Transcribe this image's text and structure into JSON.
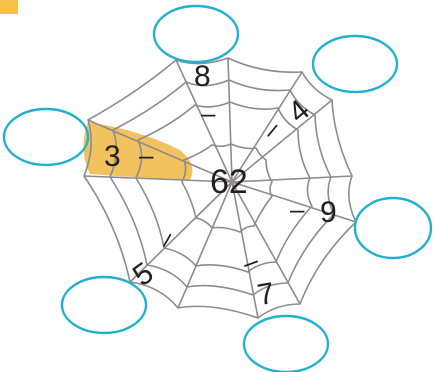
{
  "center_number": "62",
  "accent_color": "#f2c25f",
  "answer_circle_color": "#1fb1cf",
  "web_color": "#8c8c8c",
  "spokes": [
    {
      "id": "top",
      "number": "8",
      "operator": "–"
    },
    {
      "id": "upper-right",
      "number": "4",
      "operator": "–"
    },
    {
      "id": "left",
      "number": "3",
      "operator": "–",
      "highlighted": true
    },
    {
      "id": "right",
      "number": "9",
      "operator": "–"
    },
    {
      "id": "lower-left",
      "number": "5",
      "operator": "–"
    },
    {
      "id": "bottom",
      "number": "7",
      "operator": "–"
    }
  ],
  "answer_circles": [
    {
      "id": "top",
      "value": ""
    },
    {
      "id": "upper-right",
      "value": ""
    },
    {
      "id": "left",
      "value": ""
    },
    {
      "id": "right",
      "value": ""
    },
    {
      "id": "lower-left",
      "value": ""
    },
    {
      "id": "bottom",
      "value": ""
    }
  ]
}
